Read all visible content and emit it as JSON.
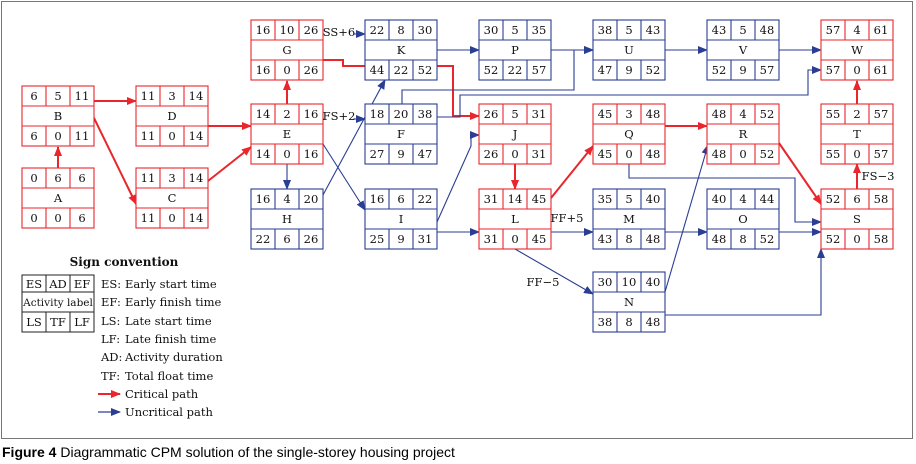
{
  "caption": {
    "figure_label": "Figure 4",
    "text": "Diagrammatic CPM solution of the single-storey housing project"
  },
  "colors": {
    "critical": "#e8262c",
    "uncritical": "#2a3e93",
    "text": "#111111"
  },
  "activities": [
    {
      "label": "A",
      "ES": "0",
      "AD": "6",
      "EF": "6",
      "LS": "0",
      "TF": "0",
      "LF": "6",
      "critical": true
    },
    {
      "label": "B",
      "ES": "6",
      "AD": "5",
      "EF": "11",
      "LS": "6",
      "TF": "0",
      "LF": "11",
      "critical": true
    },
    {
      "label": "C",
      "ES": "11",
      "AD": "3",
      "EF": "14",
      "LS": "11",
      "TF": "0",
      "LF": "14",
      "critical": true
    },
    {
      "label": "D",
      "ES": "11",
      "AD": "3",
      "EF": "14",
      "LS": "11",
      "TF": "0",
      "LF": "14",
      "critical": true
    },
    {
      "label": "E",
      "ES": "14",
      "AD": "2",
      "EF": "16",
      "LS": "14",
      "TF": "0",
      "LF": "16",
      "critical": true
    },
    {
      "label": "G",
      "ES": "16",
      "AD": "10",
      "EF": "26",
      "LS": "16",
      "TF": "0",
      "LF": "26",
      "critical": true
    },
    {
      "label": "H",
      "ES": "16",
      "AD": "4",
      "EF": "20",
      "LS": "22",
      "TF": "6",
      "LF": "26",
      "critical": false
    },
    {
      "label": "K",
      "ES": "22",
      "AD": "8",
      "EF": "30",
      "LS": "44",
      "TF": "22",
      "LF": "52",
      "critical": false
    },
    {
      "label": "F",
      "ES": "18",
      "AD": "20",
      "EF": "38",
      "LS": "27",
      "TF": "9",
      "LF": "47",
      "critical": false
    },
    {
      "label": "I",
      "ES": "16",
      "AD": "6",
      "EF": "22",
      "LS": "25",
      "TF": "9",
      "LF": "31",
      "critical": false
    },
    {
      "label": "P",
      "ES": "30",
      "AD": "5",
      "EF": "35",
      "LS": "52",
      "TF": "22",
      "LF": "57",
      "critical": false
    },
    {
      "label": "J",
      "ES": "26",
      "AD": "5",
      "EF": "31",
      "LS": "26",
      "TF": "0",
      "LF": "31",
      "critical": true
    },
    {
      "label": "L",
      "ES": "31",
      "AD": "14",
      "EF": "45",
      "LS": "31",
      "TF": "0",
      "LF": "45",
      "critical": true
    },
    {
      "label": "U",
      "ES": "38",
      "AD": "5",
      "EF": "43",
      "LS": "47",
      "TF": "9",
      "LF": "52",
      "critical": false
    },
    {
      "label": "Q",
      "ES": "45",
      "AD": "3",
      "EF": "48",
      "LS": "45",
      "TF": "0",
      "LF": "48",
      "critical": true
    },
    {
      "label": "M",
      "ES": "35",
      "AD": "5",
      "EF": "40",
      "LS": "43",
      "TF": "8",
      "LF": "48",
      "critical": false
    },
    {
      "label": "N",
      "ES": "30",
      "AD": "10",
      "EF": "40",
      "LS": "38",
      "TF": "8",
      "LF": "48",
      "critical": false
    },
    {
      "label": "V",
      "ES": "43",
      "AD": "5",
      "EF": "48",
      "LS": "52",
      "TF": "9",
      "LF": "57",
      "critical": false
    },
    {
      "label": "R",
      "ES": "48",
      "AD": "4",
      "EF": "52",
      "LS": "48",
      "TF": "0",
      "LF": "52",
      "critical": true
    },
    {
      "label": "O",
      "ES": "40",
      "AD": "4",
      "EF": "44",
      "LS": "48",
      "TF": "8",
      "LF": "52",
      "critical": false
    },
    {
      "label": "W",
      "ES": "57",
      "AD": "4",
      "EF": "61",
      "LS": "57",
      "TF": "0",
      "LF": "61",
      "critical": true
    },
    {
      "label": "T",
      "ES": "55",
      "AD": "2",
      "EF": "57",
      "LS": "55",
      "TF": "0",
      "LF": "57",
      "critical": true
    },
    {
      "label": "S",
      "ES": "52",
      "AD": "6",
      "EF": "58",
      "LS": "52",
      "TF": "0",
      "LF": "58",
      "critical": true
    }
  ],
  "links": [
    {
      "from": "A",
      "to": "B",
      "critical": true
    },
    {
      "from": "B",
      "to": "D",
      "critical": true
    },
    {
      "from": "B",
      "to": "C",
      "critical": true
    },
    {
      "from": "D",
      "to": "E",
      "critical": true
    },
    {
      "from": "C",
      "to": "E",
      "critical": true
    },
    {
      "from": "E",
      "to": "G",
      "critical": true
    },
    {
      "from": "E",
      "to": "H",
      "critical": false
    },
    {
      "from": "E",
      "to": "F",
      "critical": false,
      "label": "FS+2"
    },
    {
      "from": "E",
      "to": "I",
      "critical": false
    },
    {
      "from": "G",
      "to": "K",
      "critical": false,
      "label": "SS+6"
    },
    {
      "from": "G",
      "to": "J",
      "critical": true
    },
    {
      "from": "H",
      "to": "K",
      "critical": false
    },
    {
      "from": "K",
      "to": "P",
      "critical": false
    },
    {
      "from": "P",
      "to": "U",
      "critical": false
    },
    {
      "from": "F",
      "to": "U",
      "critical": false
    },
    {
      "from": "F",
      "to": "W",
      "critical": false
    },
    {
      "from": "I",
      "to": "J",
      "critical": false
    },
    {
      "from": "I",
      "to": "L",
      "critical": false
    },
    {
      "from": "J",
      "to": "L",
      "critical": true
    },
    {
      "from": "L",
      "to": "Q",
      "critical": true
    },
    {
      "from": "L",
      "to": "M",
      "critical": false,
      "label": "FF+5"
    },
    {
      "from": "L",
      "to": "N",
      "critical": false,
      "label": "FF−5"
    },
    {
      "from": "U",
      "to": "V",
      "critical": false
    },
    {
      "from": "V",
      "to": "W",
      "critical": false
    },
    {
      "from": "Q",
      "to": "R",
      "critical": true
    },
    {
      "from": "Q",
      "to": "S",
      "critical": false
    },
    {
      "from": "M",
      "to": "O",
      "critical": false
    },
    {
      "from": "N",
      "to": "R",
      "critical": false
    },
    {
      "from": "N",
      "to": "S",
      "critical": false
    },
    {
      "from": "O",
      "to": "S",
      "critical": false
    },
    {
      "from": "R",
      "to": "S",
      "critical": true
    },
    {
      "from": "S",
      "to": "T",
      "critical": true,
      "label": "FS−3"
    },
    {
      "from": "T",
      "to": "W",
      "critical": true
    }
  ],
  "legend": {
    "title": "Sign convention",
    "box": {
      "top": [
        "ES",
        "AD",
        "EF"
      ],
      "middle": "Activity label",
      "bottom": [
        "LS",
        "TF",
        "LF"
      ]
    },
    "definitions": [
      {
        "abbr": "ES:",
        "text": "Early start time"
      },
      {
        "abbr": "EF:",
        "text": "Early finish time"
      },
      {
        "abbr": "LS:",
        "text": "Late start time"
      },
      {
        "abbr": "LF:",
        "text": "Late finish time"
      },
      {
        "abbr": "AD:",
        "text": "Activity duration"
      },
      {
        "abbr": "TF:",
        "text": "Total float time"
      }
    ],
    "critical_label": "Critical path",
    "uncritical_label": "Uncritical path"
  }
}
